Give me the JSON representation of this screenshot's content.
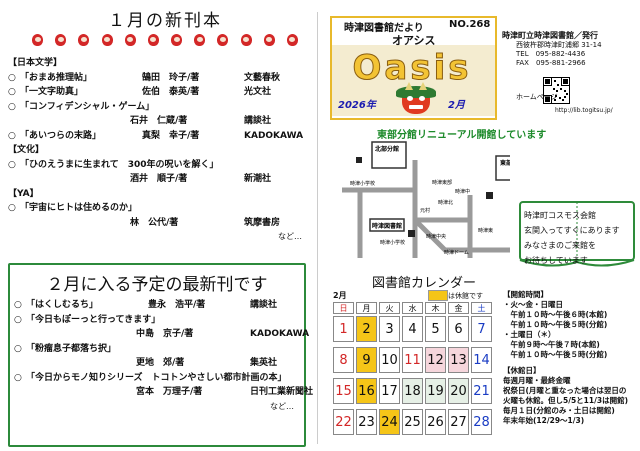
{
  "left": {
    "title": "１月の新刊本",
    "daruma_count": 12,
    "categories": [
      {
        "label": "【日本文学】",
        "items": [
          {
            "bullet": "○",
            "title": "「おまあ推理帖」",
            "author": "鵠田　玲子/著",
            "publisher": "文藝春秋"
          },
          {
            "bullet": "○",
            "title": "「一文字助真」",
            "author": "佐伯　泰英/著",
            "publisher": "光文社"
          },
          {
            "bullet": "○",
            "title": "「コンフィデンシャル・ゲーム」",
            "author": "",
            "publisher": ""
          },
          {
            "bullet": "",
            "title": "",
            "author": "石井　仁蔵/著",
            "publisher": "講談社"
          },
          {
            "bullet": "○",
            "title": "「あいつらの末路」",
            "author": "真梨　幸子/著",
            "publisher": "KADOKAWA"
          }
        ]
      },
      {
        "label": "【文化】",
        "items": [
          {
            "bullet": "○",
            "title": "「ひのえうまに生まれて　300年の呪いを解く」",
            "author": "",
            "publisher": ""
          },
          {
            "bullet": "",
            "title": "",
            "author": "酒井　順子/著",
            "publisher": "新潮社"
          }
        ]
      },
      {
        "label": "【YA】",
        "items": [
          {
            "bullet": "○",
            "title": "「宇宙にヒトは住めるのか」",
            "author": "",
            "publisher": ""
          },
          {
            "bullet": "",
            "title": "",
            "author": "林　公代/著",
            "publisher": "筑摩書房"
          }
        ]
      }
    ],
    "more": "など…"
  },
  "upcoming": {
    "title": "２月に入る予定の最新刊です",
    "items": [
      {
        "bullet": "○",
        "title": "「はくしむるち」",
        "author": "豊永　浩平/著",
        "publisher": "講談社"
      },
      {
        "bullet": "○",
        "title": "「今日もぽーっと行ってきます」",
        "author": "",
        "publisher": ""
      },
      {
        "bullet": "",
        "title": "",
        "author": "中島　京子/著",
        "publisher": "KADOKAWA"
      },
      {
        "bullet": "○",
        "title": "「粉瘤息子都落ち択」",
        "author": "",
        "publisher": ""
      },
      {
        "bullet": "",
        "title": "",
        "author": "更地　郊/著",
        "publisher": "集英社"
      },
      {
        "bullet": "○",
        "title": "「今日からモノ知りシリーズ　トコトンやさしい都市計画の本」",
        "author": "",
        "publisher": ""
      },
      {
        "bullet": "",
        "title": "",
        "author": "宮本　万理子/著",
        "publisher": "日刊工業新聞社"
      }
    ],
    "more": "など…"
  },
  "banner": {
    "newsletter": "時津図書館だより",
    "number": "NO.268",
    "kana": "オアシス",
    "logo": "Oasis",
    "year": "2026年",
    "month": "2月"
  },
  "library": {
    "name": "時津町立時津図書館／発行",
    "address_lines": [
      "西彼杵郡時津町浦郷 31-14",
      "TEL　095-882-4436",
      "FAX　095-881-2966"
    ],
    "homepage_label": "ホームページ",
    "url": "http://lib.togitsu.jp/"
  },
  "map": {
    "title": "東部分館リニューアル開館しています",
    "labels": [
      "北部分館",
      "時津小学校",
      "時津東部",
      "東部分館",
      "時津中",
      "時津北",
      "時津図書館",
      "元村",
      "時津小学校",
      "時津中央",
      "時津東",
      "時津ドーム"
    ]
  },
  "notice": {
    "lines": [
      "時津町コスモス会館",
      "玄関入ってすぐにあります",
      "みなさまのご来館を",
      "お待ちしています"
    ]
  },
  "calendar": {
    "title": "図書館カレンダー",
    "month_label": "2月",
    "closed_label": "は休館です",
    "weekdays": [
      "日",
      "月",
      "火",
      "水",
      "木",
      "金",
      "土"
    ],
    "weeks": [
      [
        "1",
        "2",
        "3",
        "4",
        "5",
        "6",
        "7"
      ],
      [
        "8",
        "9",
        "10",
        "11",
        "12",
        "13",
        "14"
      ],
      [
        "15",
        "16",
        "17",
        "18",
        "19",
        "20",
        "21"
      ],
      [
        "22",
        "23",
        "24",
        "25",
        "26",
        "27",
        "28"
      ]
    ],
    "closed_days": [
      "2",
      "9",
      "16",
      "24"
    ],
    "event_days": [
      "11",
      "23"
    ],
    "colors": {
      "closed": "#f5c518",
      "event": "#f5c518",
      "sunday": "#d32727",
      "saturday": "#1a3cc4",
      "highlight": "#ef9aa5"
    }
  },
  "hours": {
    "title": "【開館時間】",
    "lines": [
      "・火～金・日曜日",
      "　午前１０時～午後６時(本館)",
      "　午前１０時～午後５時(分館)",
      "・土曜日（＊）",
      "　午前９時～午後７時(本館)",
      "　午前１０時～午後５時(分館)"
    ],
    "closed_title": "【休館日】",
    "closed_lines": [
      "毎週月曜・最終金曜",
      "祝祭日(月曜と重なった場合は翌日の",
      "火曜も休館。但し5/5と11/3は開館)",
      "毎月１日(分館のみ・土日は開館)",
      "年末年始(12/29～1/3)"
    ]
  }
}
